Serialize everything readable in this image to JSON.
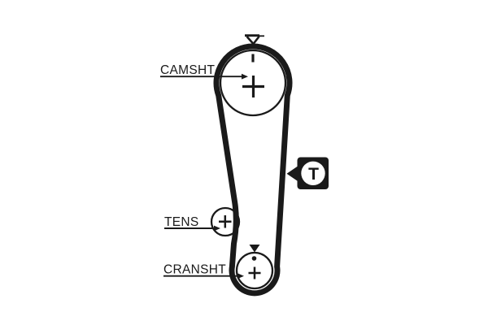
{
  "diagram": {
    "kind": "timing-belt-routing-diagram",
    "background": "#ffffff",
    "ink": "#1a1a1a",
    "pulleys": [
      {
        "id": "camshaft",
        "label": "CAMSHT",
        "center_mark": "plus",
        "timing_marks": [
          "v-arrow-above-belt",
          "rim-dash"
        ]
      },
      {
        "id": "tensioner",
        "label": "TENS",
        "center_mark": "plus",
        "timing_marks": []
      },
      {
        "id": "crankshaft",
        "label": "CRANSHT",
        "center_mark": "plus",
        "timing_marks": [
          "triangle-down-above",
          "rim-dot"
        ]
      }
    ],
    "badge": {
      "letter": "T",
      "shape": "black-rounded-square-white-circle-left-arrow"
    }
  }
}
